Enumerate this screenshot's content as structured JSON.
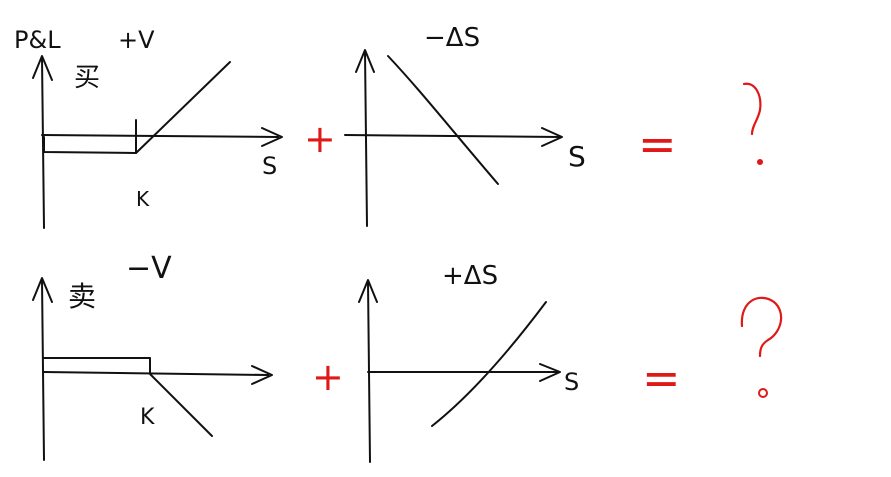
{
  "labels": {
    "pnl_axis": "P&L",
    "buy": "买",
    "sell": "卖",
    "plus_v": "+V",
    "minus_v": "−V",
    "minus_delta_s": "−ΔS",
    "plus_delta_s": "+ΔS",
    "strike_top": "K",
    "strike_bottom": "K",
    "s_axis_top_left": "S",
    "s_axis_top_right": "S",
    "s_axis_bottom_right": "S",
    "plus_sign_top": "+",
    "plus_sign_bottom": "+",
    "equals_top": "=",
    "equals_bottom": "=",
    "question_top": "?",
    "question_bottom": "?"
  },
  "colors": {
    "ink": "#111111",
    "accent": "#e01818"
  }
}
